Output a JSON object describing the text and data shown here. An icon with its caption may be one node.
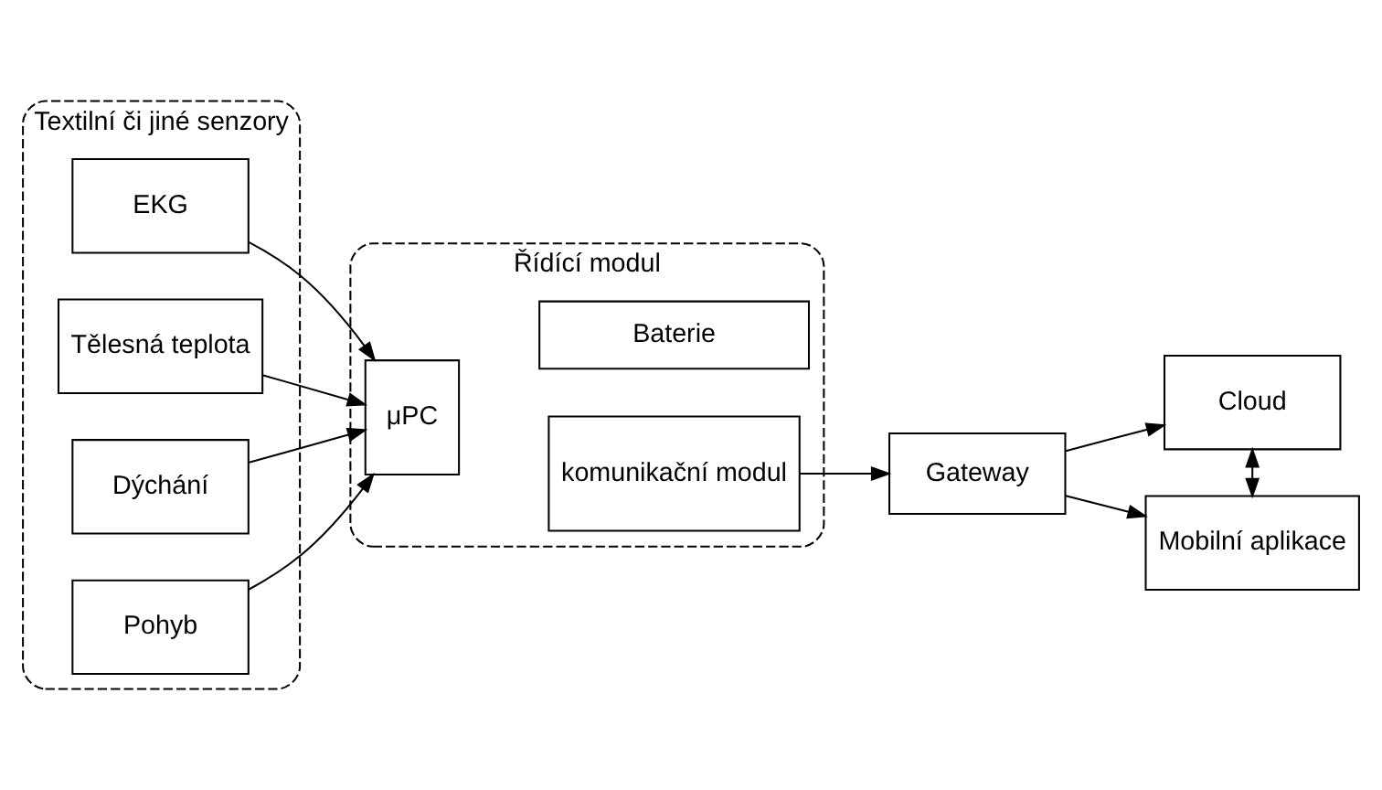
{
  "diagram": {
    "nodes": [
      {
        "text": [
          "Textilní či jiné senzory"
        ]
      },
      {
        "text": [
          "EKG"
        ],
        "in": 0
      },
      {
        "text": [
          "Tělesná teplota"
        ],
        "in": 0
      },
      {
        "text": [
          "Dýchání"
        ],
        "in": 0
      },
      {
        "text": [
          "Pohyb"
        ],
        "in": 0
      },
      {
        "text": [
          "Řídící modul"
        ]
      },
      {
        "text": [
          "μPC"
        ],
        "in": 5
      },
      {
        "text": [
          "komunikační modul"
        ],
        "in": 5
      },
      {
        "text": [
          "Baterie"
        ],
        "in": 5
      },
      {
        "text": [
          "Gateway"
        ]
      },
      {
        "text": [
          "Cloud"
        ]
      },
      {
        "text": [
          "Mobilní aplikace"
        ]
      }
    ],
    "edges": [
      {
        "from": 1,
        "to": 6,
        "arrow": "to"
      },
      {
        "from": 2,
        "to": 6,
        "arrow": "to"
      },
      {
        "from": 3,
        "to": 6,
        "arrow": "to"
      },
      {
        "from": 4,
        "to": 6,
        "arrow": "to"
      },
      {
        "from": 7,
        "to": 9,
        "arrow": "to"
      },
      {
        "from": 9,
        "to": 10,
        "arrow": "to"
      },
      {
        "from": 9,
        "to": 11,
        "arrow": "to"
      },
      {
        "from": 10,
        "to": 11,
        "arrow": "both"
      }
    ]
  }
}
